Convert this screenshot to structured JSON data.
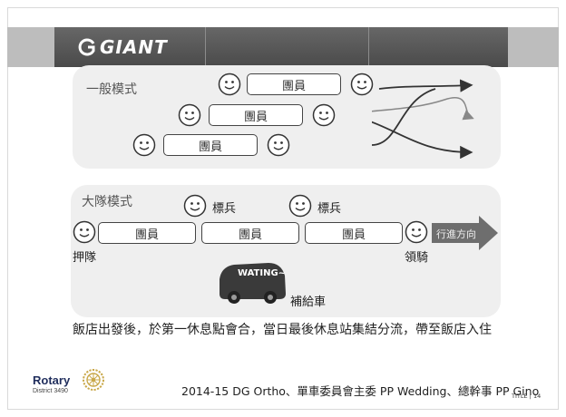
{
  "header": {
    "logo_text": "GIANT"
  },
  "mode_general": {
    "label": "一般模式",
    "members": [
      "團員",
      "團員",
      "團員"
    ]
  },
  "mode_group": {
    "label": "大隊模式",
    "markers": [
      "標兵",
      "標兵"
    ],
    "members": [
      "團員",
      "團員",
      "團員"
    ],
    "rear_label": "押隊",
    "lead_label": "領騎",
    "direction_label": "行進方向",
    "van_text": "WATING~",
    "support_label": "補給車"
  },
  "caption": "飯店出發後，於第一休息點會合，當日最後休息站集結分流，帶至飯店入住",
  "footer": {
    "org_name": "Rotary",
    "district": "District 3490",
    "credits": "2014-15 DG Ortho、單車委員會主委 PP Wedding、總幹事 PP Gino",
    "title_tag": "TITLE",
    "page_number": "14"
  },
  "icons": [
    "smiley-icon",
    "arrow-icon",
    "van-icon",
    "rotary-wheel-icon",
    "giant-logo-icon"
  ]
}
